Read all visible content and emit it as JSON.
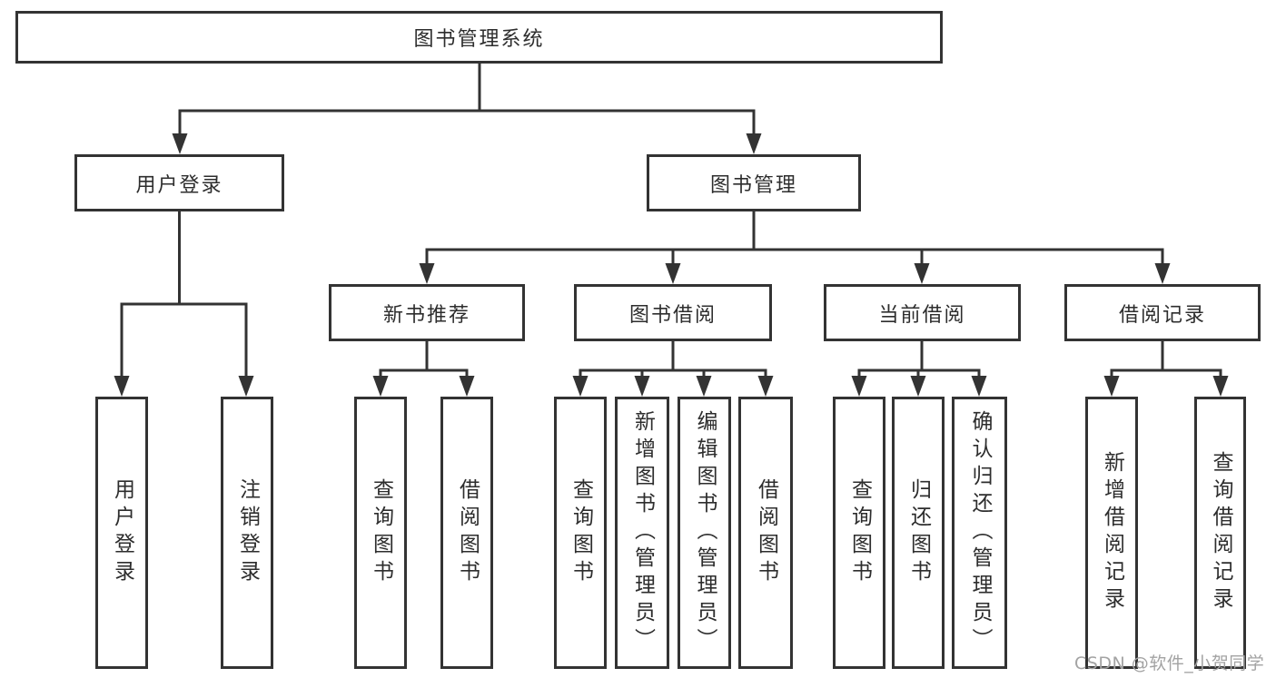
{
  "diagram_title": "图书管理系统",
  "nodes": {
    "root": {
      "label": "图书管理系统"
    },
    "user_login": {
      "label": "用户登录"
    },
    "book_mgmt": {
      "label": "图书管理"
    },
    "new_book_rec": {
      "label": "新书推荐"
    },
    "book_borrow": {
      "label": "图书借阅"
    },
    "current_borrow": {
      "label": "当前借阅"
    },
    "borrow_records": {
      "label": "借阅记录"
    },
    "leaf_user_login": {
      "label": "用户登录"
    },
    "leaf_logout": {
      "label": "注销登录"
    },
    "leaf_query_book_new": {
      "label": "查询图书"
    },
    "leaf_borrow_book_new": {
      "label": "借阅图书"
    },
    "leaf_query_book_bor": {
      "label": "查询图书"
    },
    "leaf_add_book": {
      "label": "新增图书（管理员）"
    },
    "leaf_edit_book": {
      "label": "编辑图书（管理员）"
    },
    "leaf_borrow_book": {
      "label": "借阅图书"
    },
    "leaf_query_book_cur": {
      "label": "查询图书"
    },
    "leaf_return_book": {
      "label": "归还图书"
    },
    "leaf_confirm_return": {
      "label": "确认归还（管理员）"
    },
    "leaf_add_record": {
      "label": "新增借阅记录"
    },
    "leaf_query_record": {
      "label": "查询借阅记录"
    }
  },
  "hierarchy": {
    "root": "图书管理系统",
    "children": [
      {
        "label": "用户登录",
        "children": [
          "用户登录",
          "注销登录"
        ]
      },
      {
        "label": "图书管理",
        "children": [
          {
            "label": "新书推荐",
            "children": [
              "查询图书",
              "借阅图书"
            ]
          },
          {
            "label": "图书借阅",
            "children": [
              "查询图书",
              "新增图书（管理员）",
              "编辑图书（管理员）",
              "借阅图书"
            ]
          },
          {
            "label": "当前借阅",
            "children": [
              "查询图书",
              "归还图书",
              "确认归还（管理员）"
            ]
          },
          {
            "label": "借阅记录",
            "children": [
              "新增借阅记录",
              "查询借阅记录"
            ]
          }
        ]
      }
    ]
  },
  "watermark": {
    "text": "CSDN @软件_小贺同学"
  },
  "colors": {
    "line": "#333333",
    "box_border": "#333333",
    "text": "#2d2d2d",
    "watermark": "#a3a3a3",
    "background": "#ffffff"
  }
}
